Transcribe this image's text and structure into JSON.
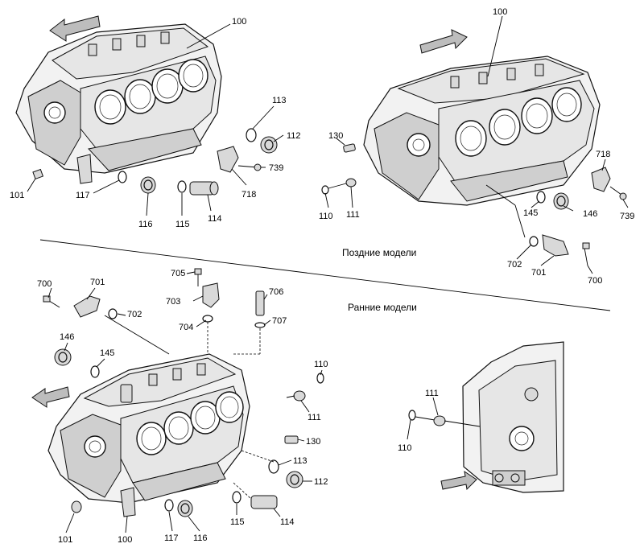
{
  "section_labels": {
    "late_models": "Поздние модели",
    "early_models": "Ранние модели"
  },
  "callouts": {
    "top_left": [
      "100",
      "113",
      "112",
      "739",
      "718",
      "114",
      "115",
      "116",
      "117",
      "101"
    ],
    "top_right": [
      "100",
      "130",
      "718",
      "739",
      "146",
      "145",
      "110",
      "111",
      "702",
      "701",
      "700"
    ],
    "bottom_left": [
      "700",
      "701",
      "702",
      "705",
      "703",
      "704",
      "706",
      "707",
      "146",
      "145",
      "110",
      "111",
      "130",
      "113",
      "112",
      "114",
      "115",
      "116",
      "117",
      "100",
      "101"
    ],
    "bottom_right": [
      "111",
      "110"
    ]
  }
}
